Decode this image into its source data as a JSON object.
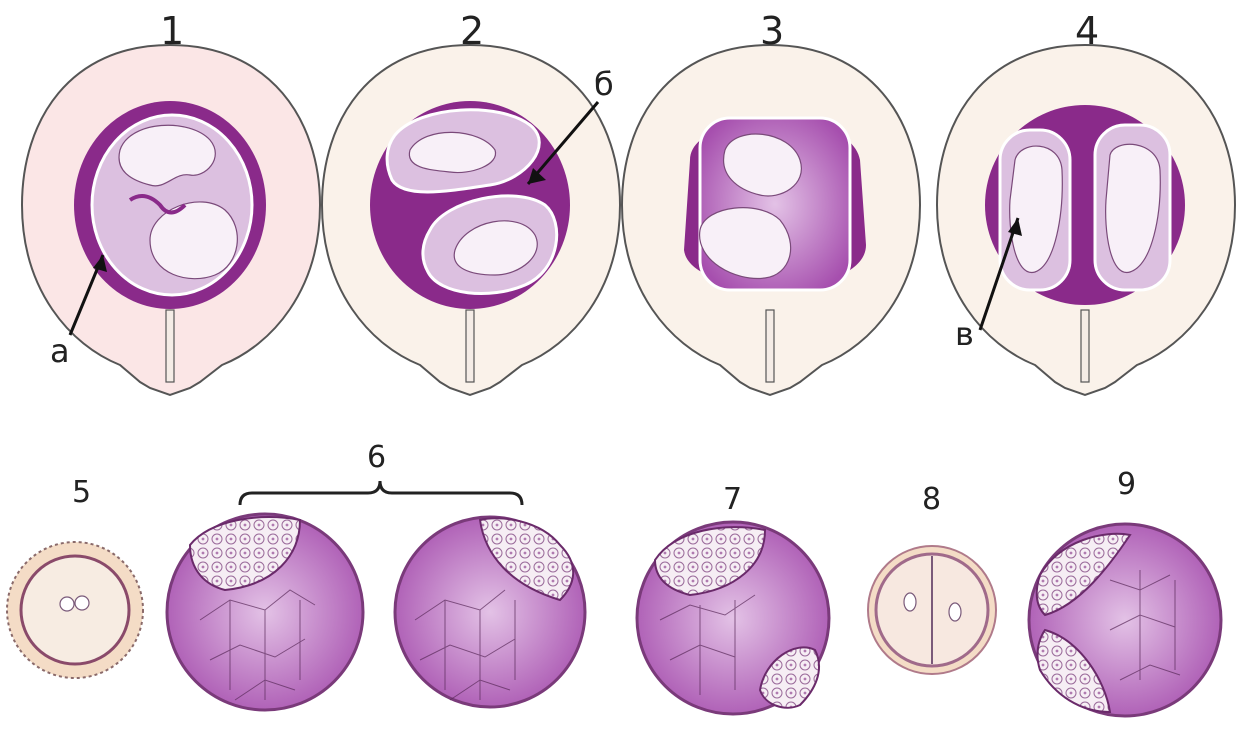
{
  "uterus_panels": [
    {
      "number": "1"
    },
    {
      "number": "2"
    },
    {
      "number": "3"
    },
    {
      "number": "4"
    }
  ],
  "embryo_panels": [
    {
      "number": "5"
    },
    {
      "number": "6"
    },
    {
      "number": "7"
    },
    {
      "number": "8"
    },
    {
      "number": "9"
    }
  ],
  "pointers": {
    "a": "а",
    "b": "б",
    "v": "в"
  },
  "colors": {
    "outer_wall": "#fbe6e6",
    "inner_wall": "#faf2ea",
    "placenta": "#8a2a8a",
    "amnion_fill": "#dcc0e0",
    "fetus": "#f8f0f8",
    "cell_light": "#f3e6f2",
    "cell_dark": "#b45cb4",
    "mass_fill": "#f6eef4",
    "outline": "#444444"
  }
}
